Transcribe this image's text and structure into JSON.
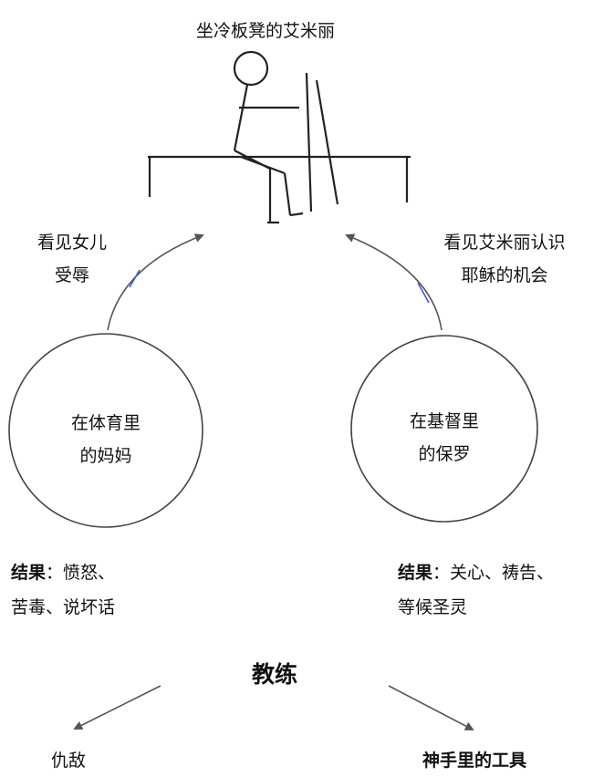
{
  "title": "坐冷板凳的艾米丽",
  "left_arrow_label": [
    "看见女儿",
    "受辱"
  ],
  "right_arrow_label": [
    "看见艾米丽认识",
    "耶稣的机会"
  ],
  "left_circle": [
    "在体育里",
    "的妈妈"
  ],
  "right_circle": [
    "在基督里",
    "的保罗"
  ],
  "left_result": {
    "heading": "结果",
    "line1": "：愤怒、",
    "line2": "苦毒、说坏话"
  },
  "right_result": {
    "heading": "结果",
    "line1": "：关心、祷告、",
    "line2": "等候圣灵"
  },
  "center_label": "教练",
  "bottom_left": "仇敌",
  "bottom_right": "神手里的工具"
}
